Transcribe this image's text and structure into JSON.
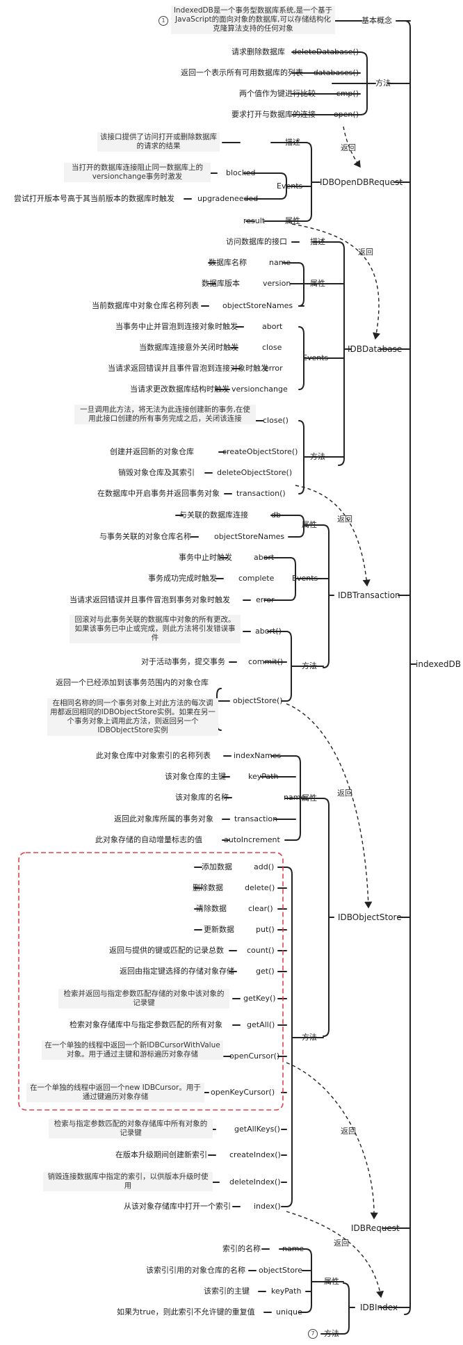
{
  "root": "indexedDB",
  "basic": {
    "label": "基本概念",
    "desc": "IndexedDB是一个事务型数据库系统,是一个基于JavaScript的面向对象的数据库,可以存储结构化克隆算法支持的任何对象",
    "badge": "1"
  },
  "methods_top": {
    "label": "方法",
    "items": [
      {
        "name": "deleteDatabase()",
        "desc": "请求删除数据库"
      },
      {
        "name": "databases()",
        "desc": "返回一个表示所有可用数据库的列表"
      },
      {
        "name": "cmp()",
        "desc": "两个值作为键进行比较"
      },
      {
        "name": "open()",
        "desc": "要求打开与数据库的连接"
      }
    ]
  },
  "open_request": {
    "label": "IDBOpenDBRequest",
    "desc_label": "描述",
    "desc": "该接口提供了访问打开或删除数据库的请求的结果",
    "events_label": "Events",
    "events": [
      {
        "name": "blocked",
        "desc": "当打开的数据库连接阻止同一数据库上的versionchange事务时激发"
      },
      {
        "name": "upgradeneeded",
        "desc": "尝试打开版本号高于其当前版本的数据库时触发"
      }
    ],
    "prop_label": "属性",
    "prop": "result"
  },
  "database": {
    "label": "IDBDatabase",
    "desc_label": "描述",
    "desc": "访问数据库的接口",
    "props_label": "属性",
    "props": [
      {
        "name": "name",
        "desc": "数据库名称"
      },
      {
        "name": "version",
        "desc": "数据库版本"
      },
      {
        "name": "objectStoreNames",
        "desc": "当前数据库中对象仓库名称列表"
      }
    ],
    "events_label": "Events",
    "events": [
      {
        "name": "abort",
        "desc": "当事务中止并冒泡到连接对象时触发"
      },
      {
        "name": "close",
        "desc": "当数据库连接意外关闭时触发"
      },
      {
        "name": "error",
        "desc": "当请求返回错误并且事件冒泡到连接对象时触发"
      },
      {
        "name": "versionchange",
        "desc": "当请求更改数据库结构时触发"
      }
    ],
    "methods_label": "方法",
    "methods": [
      {
        "name": "close()",
        "desc": "一旦调用此方法，将无法为此连接创建新的事务,在使用此接口创建的所有事务完成之后，关闭该连接"
      },
      {
        "name": "createObjectStore()",
        "desc": "创建并返回新的对象仓库"
      },
      {
        "name": "deleteObjectStore()",
        "desc": "销毁对象仓库及其索引"
      },
      {
        "name": "transaction()",
        "desc": "在数据库中开启事务并返回事务对象"
      }
    ]
  },
  "transaction": {
    "label": "IDBTransaction",
    "props_label": "属性",
    "props": [
      {
        "name": "db",
        "desc": "与关联的数据库连接"
      },
      {
        "name": "objectStoreNames",
        "desc": "与事务关联的对象仓库名称"
      }
    ],
    "events_label": "Events",
    "events": [
      {
        "name": "abort",
        "desc": "事务中止时触发"
      },
      {
        "name": "complete",
        "desc": "事务成功完成时触发"
      },
      {
        "name": "error",
        "desc": "当请求返回错误并且事件冒泡到事务对象时触发"
      }
    ],
    "methods_label": "方法",
    "methods": [
      {
        "name": "abort()",
        "desc": "回滚对与此事务关联的数据库中对象的所有更改。如果该事务已中止或完成，则此方法将引发错误事件"
      },
      {
        "name": "commit()",
        "desc": "对于活动事务，提交事务"
      },
      {
        "name": "objectStore()",
        "desc": "返回一个已经添加到该事务范围内的对象仓库",
        "desc2": "在相同名称的同一个事务对象上对此方法的每次调用都返回相同的IDBObjectStore实例。如果在另一个事务对象上调用此方法，则返回另一个IDBObjectStore实例"
      }
    ]
  },
  "object_store": {
    "label": "IDBObjectStore",
    "props_label": "属性",
    "props": [
      {
        "name": "indexNames",
        "desc": "此对象仓库中对象索引的名称列表"
      },
      {
        "name": "keyPath",
        "desc": "该对象仓库的主键"
      },
      {
        "name": "name",
        "desc": "该对象库的名称"
      },
      {
        "name": "transaction",
        "desc": "返回此对象库所属的事务对象"
      },
      {
        "name": "autoIncrement",
        "desc": "此对象存储的自动增量标志的值"
      }
    ],
    "methods_label": "方法",
    "methods": [
      {
        "name": "add()",
        "desc": "添加数据"
      },
      {
        "name": "delete()",
        "desc": "删除数据"
      },
      {
        "name": "clear()",
        "desc": "清除数据"
      },
      {
        "name": "put()",
        "desc": "更新数据"
      },
      {
        "name": "count()",
        "desc": "返回与提供的键或匹配的记录总数"
      },
      {
        "name": "get()",
        "desc": "返回由指定键选择的存储对象存储"
      },
      {
        "name": "getKey()",
        "desc": "检索并返回与指定参数匹配存储的对象中该对象的记录键"
      },
      {
        "name": "getAll()",
        "desc": "检索对象存储库中与指定参数匹配的所有对象"
      },
      {
        "name": "openCursor()",
        "desc": "在一个单独的线程中返回一个新IDBCursorWithValue对象。用于通过主键和游标遍历对象存储"
      },
      {
        "name": "openKeyCursor()",
        "desc": "在一个单独的线程中返回一个new IDBCursor。用于通过键遍历对象存储"
      },
      {
        "name": "getAllKeys()",
        "desc": "检索与指定参数匹配的对象存储库中所有对象的记录键"
      },
      {
        "name": "createIndex()",
        "desc": "在版本升级期间创建新索引"
      },
      {
        "name": "deleteIndex()",
        "desc": "销毁连接数据库中指定的索引，以供版本升级时使用"
      },
      {
        "name": "index()",
        "desc": "从该对象存储库中打开一个索引"
      }
    ]
  },
  "request": {
    "label": "IDBRequest"
  },
  "index": {
    "label": "IDBIndex",
    "props_label": "属性",
    "props": [
      {
        "name": "name",
        "desc": "索引的名称"
      },
      {
        "name": "objectStore",
        "desc": "该索引引用的对象仓库的名称"
      },
      {
        "name": "keyPath",
        "desc": "该索引的主键"
      },
      {
        "name": "unique",
        "desc": "如果为true，则此索引不允许键的重复值"
      }
    ],
    "methods_label": "方法",
    "methods_badge": "7"
  },
  "return_label": "返回",
  "colors": {
    "line": "#222222",
    "dashed_box": "#e0414b",
    "desc_bg": "#f3f3f3"
  }
}
